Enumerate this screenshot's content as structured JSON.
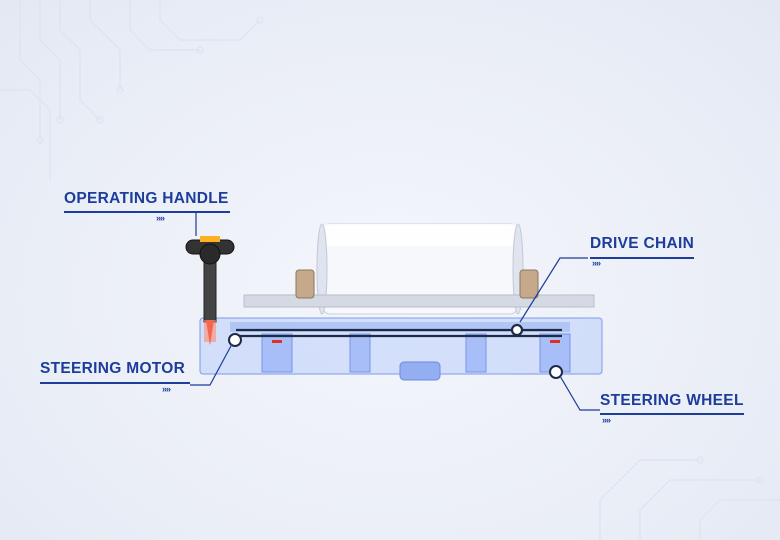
{
  "labels": {
    "operating_handle": "OPERATING HANDLE",
    "drive_chain": "DRIVE CHAIN",
    "steering_motor": "STEERING MOTOR",
    "steering_wheel": "STEERING WHEEL"
  },
  "chevrons": "»»",
  "colors": {
    "accent": "#1c3d9a",
    "frame": "#8fb0ff",
    "roll": "#f4f6fa",
    "handle_grip": "#ffb020",
    "motor_red": "#e0302a"
  },
  "icons": [
    "circuit-pattern",
    "handle",
    "roll",
    "chain",
    "wheel"
  ]
}
